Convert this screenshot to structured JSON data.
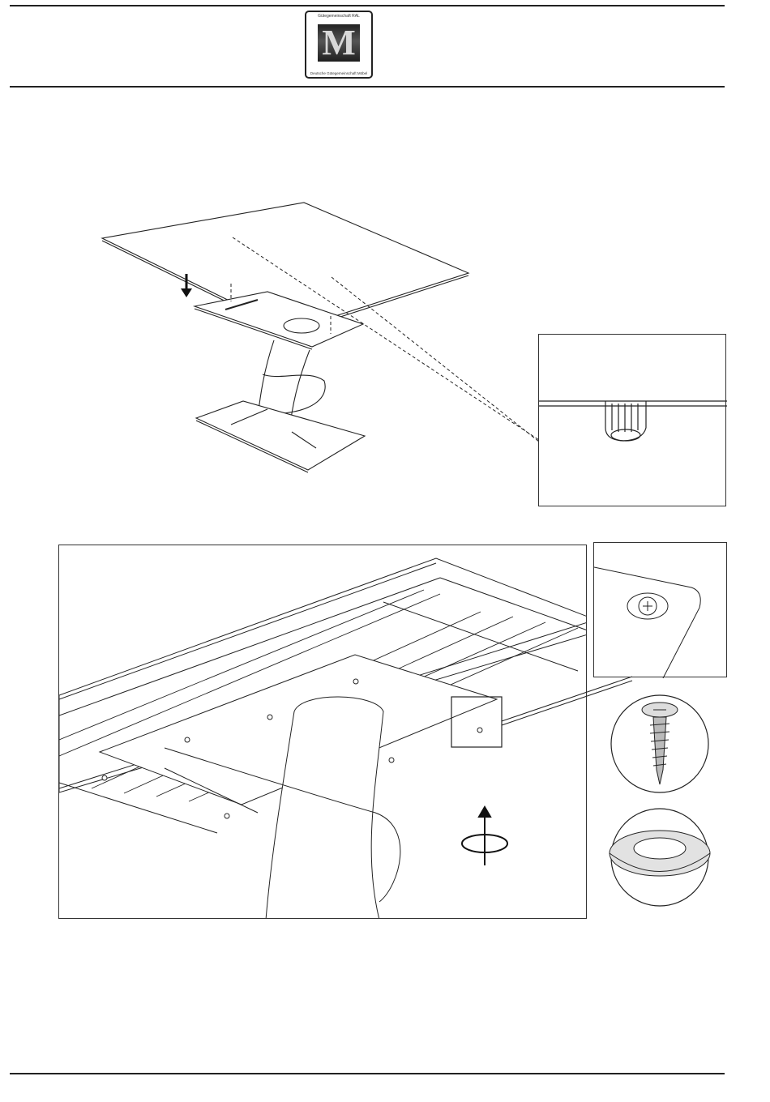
{
  "header": {
    "seal": {
      "top_text": "Gütegemeinschaft RAL",
      "letter": "M",
      "bottom_text": "Deutsche Gütegemeinschaft Möbel",
      "icon": "golden-m-quality-seal-icon"
    }
  },
  "step_one": {
    "icon": "table-glass-top-placement-illustration",
    "detail_icon": "rubber-pad-detail-icon",
    "arrow_icon": "down-arrow-icon"
  },
  "step_two": {
    "icon": "underside-base-fixing-illustration",
    "detail_icon": "screw-head-detail-icon",
    "screw_icon": "pan-head-screw-icon",
    "washer_icon": "washer-icon",
    "rotate_icon": "rotate-around-axis-icon"
  }
}
